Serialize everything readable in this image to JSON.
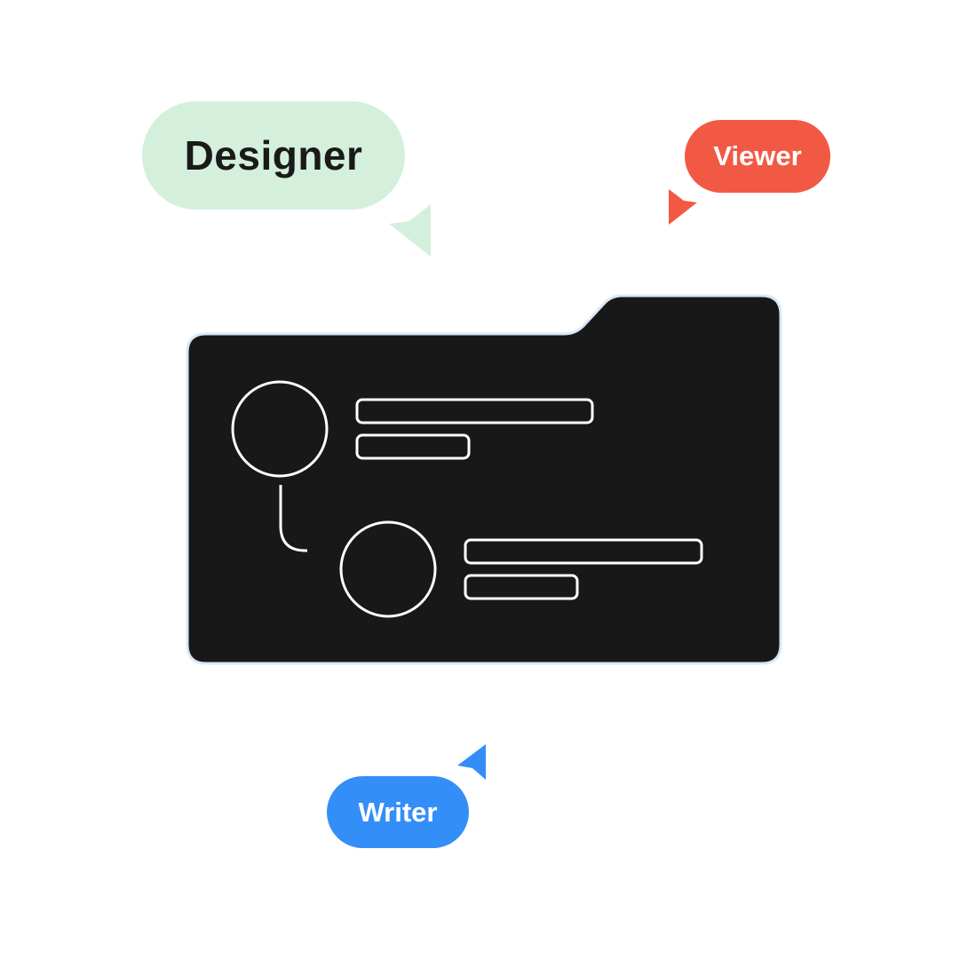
{
  "labels": {
    "designer": "Designer",
    "viewer": "Viewer",
    "writer": "Writer"
  },
  "colors": {
    "designer_fill": "#d4f0dc",
    "designer_text": "#1a1a1a",
    "viewer_fill": "#f25944",
    "viewer_text": "#ffffff",
    "writer_fill": "#348ef8",
    "writer_text": "#ffffff",
    "folder_fill": "#181818",
    "folder_outline": "#d7e8fb",
    "line_stroke": "#ffffff"
  },
  "icons": {
    "designer_cursor": "cursor-arrow-icon",
    "viewer_cursor": "cursor-arrow-icon",
    "writer_cursor": "cursor-arrow-icon",
    "folder": "folder-icon",
    "avatar": "avatar-circle-icon"
  }
}
